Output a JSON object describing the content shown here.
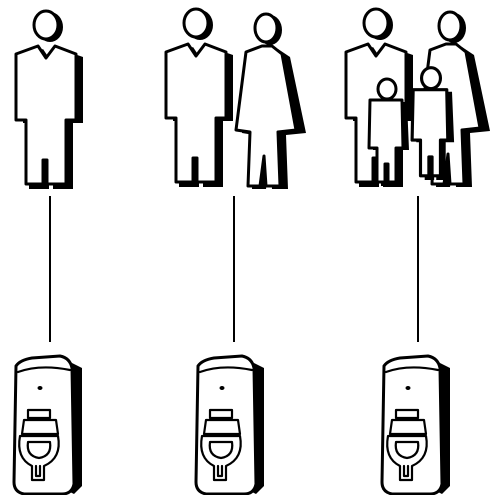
{
  "diagram": {
    "columns": [
      {
        "id": "single",
        "group_icon": "single-person-icon",
        "terminal_icon": "usb-key-terminal-icon"
      },
      {
        "id": "couple",
        "group_icon": "couple-icon",
        "terminal_icon": "usb-key-terminal-icon"
      },
      {
        "id": "family",
        "group_icon": "family-icon",
        "terminal_icon": "usb-key-terminal-icon"
      }
    ],
    "colors": {
      "ink": "#000000",
      "background": "#ffffff"
    }
  }
}
